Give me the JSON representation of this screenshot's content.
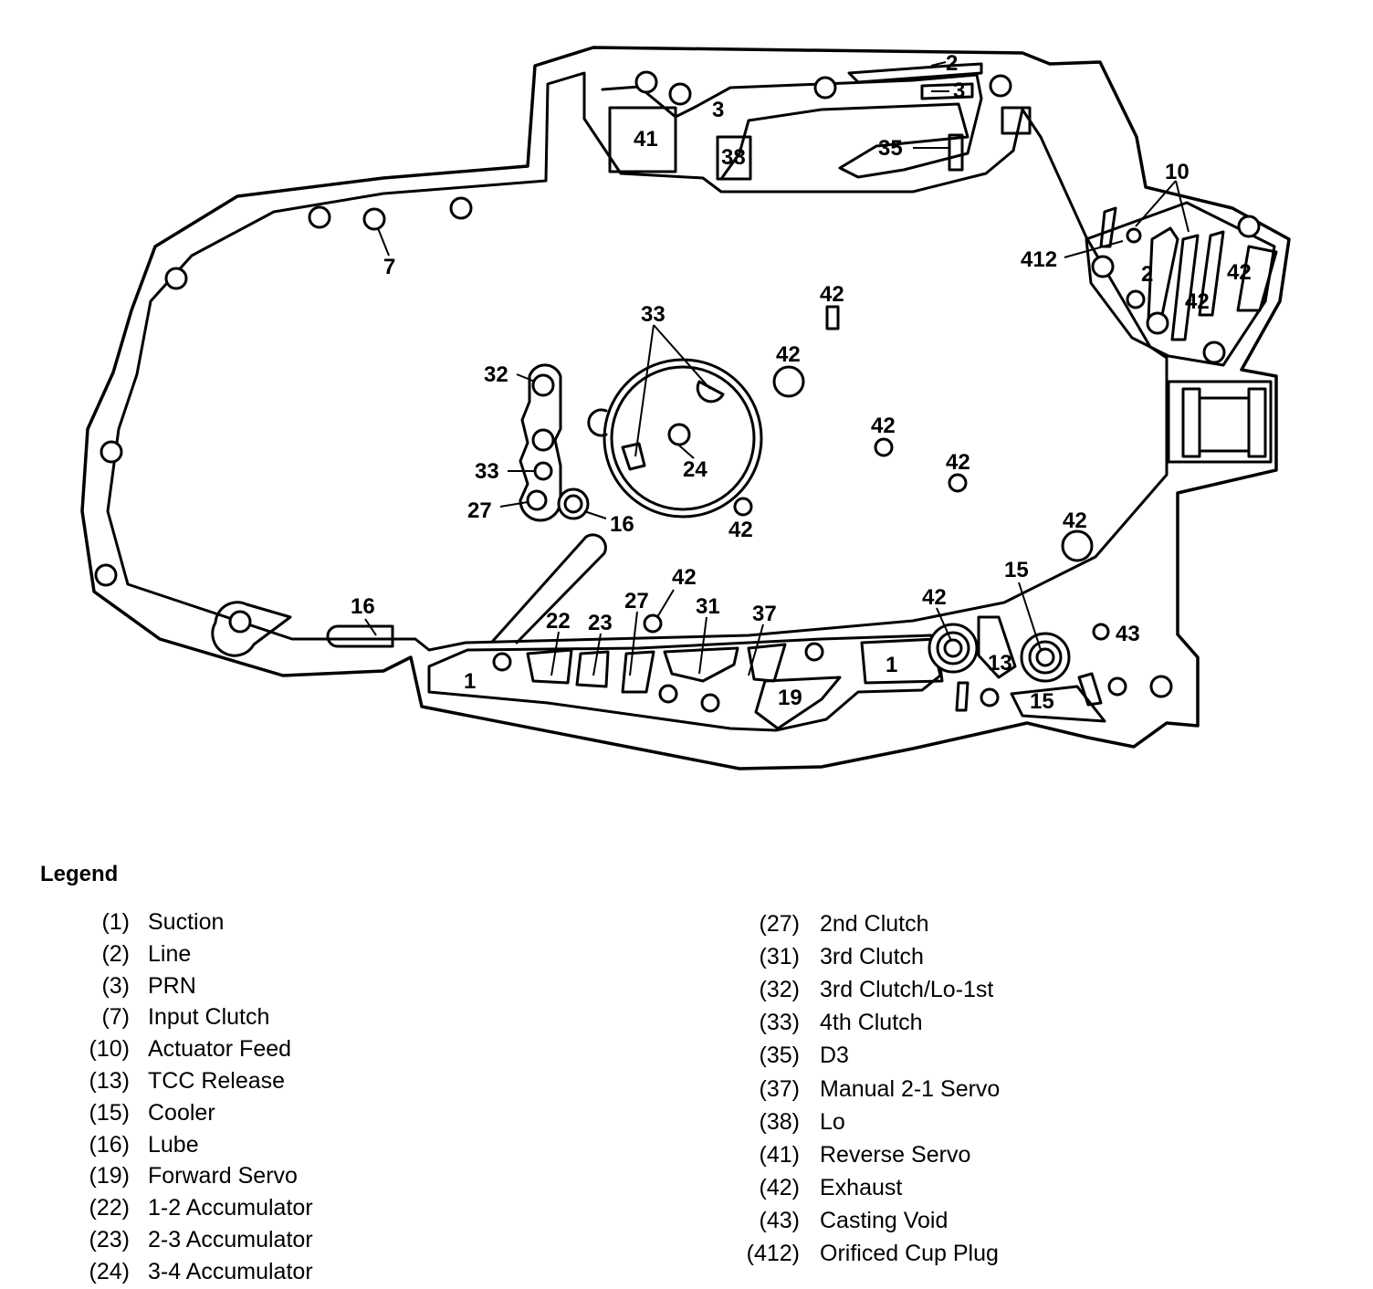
{
  "callouts": {
    "c2a": "2",
    "c3a": "3",
    "c3b": "3",
    "c41": "41",
    "c38": "38",
    "c35": "35",
    "c10": "10",
    "c412": "412",
    "c2b": "2",
    "c42a": "42",
    "c42b": "42",
    "c7": "7",
    "c42c": "42",
    "c33a": "33",
    "c42d": "42",
    "c32": "32",
    "c42e": "42",
    "c24": "24",
    "c42f": "42",
    "c33b": "33",
    "c27a": "27",
    "c16a": "16",
    "c42g": "42",
    "c42h": "42",
    "c15a": "15",
    "c16b": "16",
    "c42i": "42",
    "c22": "22",
    "c23": "23",
    "c27b": "27",
    "c31": "31",
    "c37": "37",
    "c42j": "42",
    "c43": "43",
    "c1a": "1",
    "c1b": "1",
    "c13": "13",
    "c19": "19",
    "c15b": "15"
  },
  "legend": {
    "title": "Legend",
    "left": [
      {
        "code": "(1)",
        "label": "Suction"
      },
      {
        "code": "(2)",
        "label": "Line"
      },
      {
        "code": "(3)",
        "label": "PRN"
      },
      {
        "code": "(7)",
        "label": "Input Clutch"
      },
      {
        "code": "(10)",
        "label": "Actuator Feed"
      },
      {
        "code": "(13)",
        "label": "TCC Release"
      },
      {
        "code": "(15)",
        "label": "Cooler"
      },
      {
        "code": "(16)",
        "label": "Lube"
      },
      {
        "code": "(19)",
        "label": "Forward Servo"
      },
      {
        "code": "(22)",
        "label": "1-2 Accumulator"
      },
      {
        "code": "(23)",
        "label": "2-3 Accumulator"
      },
      {
        "code": "(24)",
        "label": "3-4 Accumulator"
      }
    ],
    "right": [
      {
        "code": "(27)",
        "label": "2nd Clutch"
      },
      {
        "code": "(31)",
        "label": "3rd Clutch"
      },
      {
        "code": "(32)",
        "label": "3rd Clutch/Lo-1st"
      },
      {
        "code": "(33)",
        "label": "4th Clutch"
      },
      {
        "code": "(35)",
        "label": "D3"
      },
      {
        "code": "(37)",
        "label": "Manual 2-1 Servo"
      },
      {
        "code": "(38)",
        "label": "Lo"
      },
      {
        "code": "(41)",
        "label": "Reverse Servo"
      },
      {
        "code": "(42)",
        "label": "Exhaust"
      },
      {
        "code": "(43)",
        "label": "Casting Void"
      },
      {
        "code": "(412)",
        "label": "Orificed Cup Plug"
      }
    ]
  }
}
